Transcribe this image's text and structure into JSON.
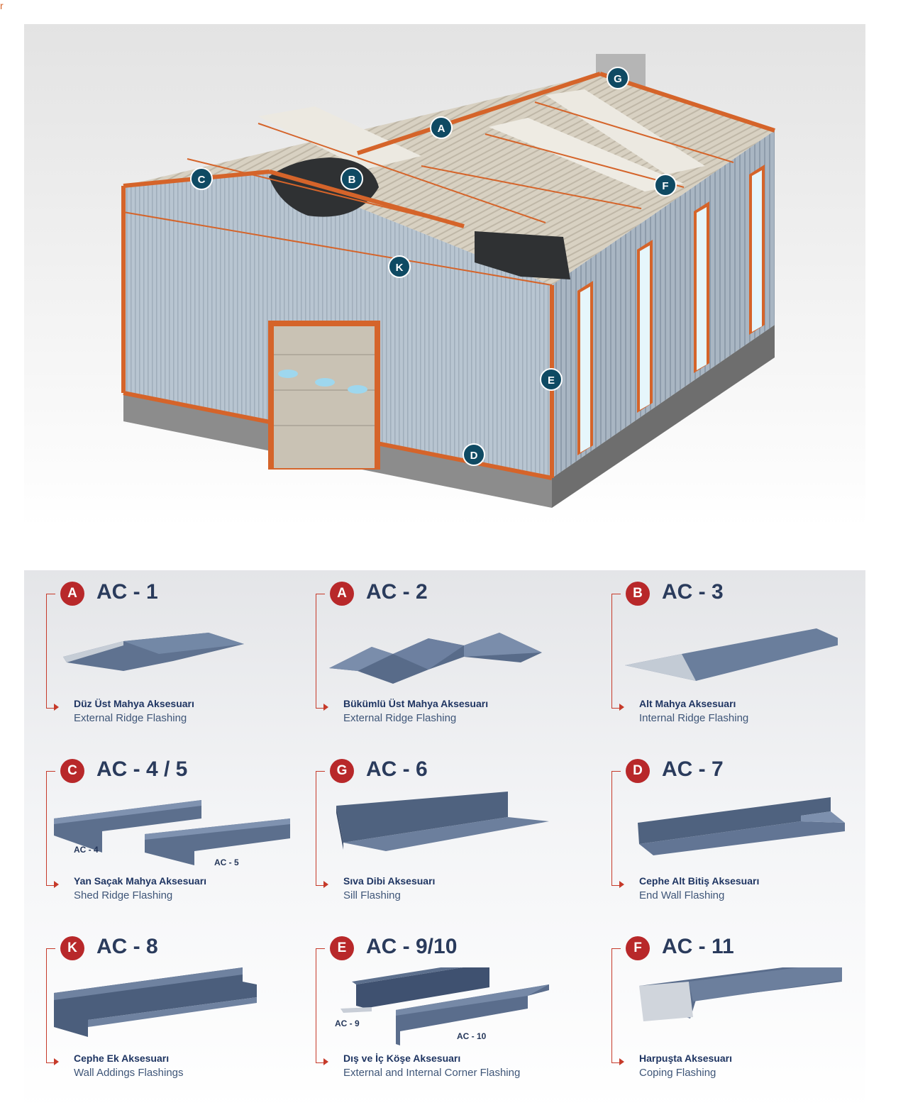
{
  "page": {
    "corner_mark": "r"
  },
  "building": {
    "markers": [
      "A",
      "B",
      "C",
      "D",
      "E",
      "F",
      "G",
      "K"
    ],
    "colors": {
      "flashing": "#d5642a",
      "wall": "#b9c6d2",
      "roof": "#d9d2c4",
      "marker": "#0f4a63",
      "base": "#7a7a7a"
    }
  },
  "catalog": {
    "accent": "#b8282a",
    "items": [
      {
        "letter": "A",
        "code": "AC - 1",
        "title_tr": "Düz Üst Mahya Aksesuarı",
        "title_en": "External Ridge Flashing"
      },
      {
        "letter": "A",
        "code": "AC - 2",
        "title_tr": "Bükümlü Üst Mahya Aksesuarı",
        "title_en": "External Ridge Flashing"
      },
      {
        "letter": "B",
        "code": "AC - 3",
        "title_tr": "Alt Mahya Aksesuarı",
        "title_en": "Internal Ridge Flashing"
      },
      {
        "letter": "C",
        "code": "AC - 4 / 5",
        "title_tr": "Yan Saçak Mahya Aksesuarı",
        "title_en": "Shed Ridge Flashing",
        "sublabels": [
          "AC - 4",
          "AC - 5"
        ]
      },
      {
        "letter": "G",
        "code": "AC - 6",
        "title_tr": "Sıva Dibi Aksesuarı",
        "title_en": "Sill Flashing"
      },
      {
        "letter": "D",
        "code": "AC - 7",
        "title_tr": "Cephe Alt Bitiş Aksesuarı",
        "title_en": "End Wall Flashing"
      },
      {
        "letter": "K",
        "code": "AC - 8",
        "title_tr": "Cephe Ek Aksesuarı",
        "title_en": "Wall Addings Flashings"
      },
      {
        "letter": "E",
        "code": "AC - 9/10",
        "title_tr": "Dış ve İç Köşe Aksesuarı",
        "title_en": "External and Internal Corner Flashing",
        "sublabels": [
          "AC - 9",
          "AC - 10"
        ]
      },
      {
        "letter": "F",
        "code": "AC - 11",
        "title_tr": "Harpuşta Aksesuarı",
        "title_en": "Coping Flashing"
      }
    ]
  }
}
